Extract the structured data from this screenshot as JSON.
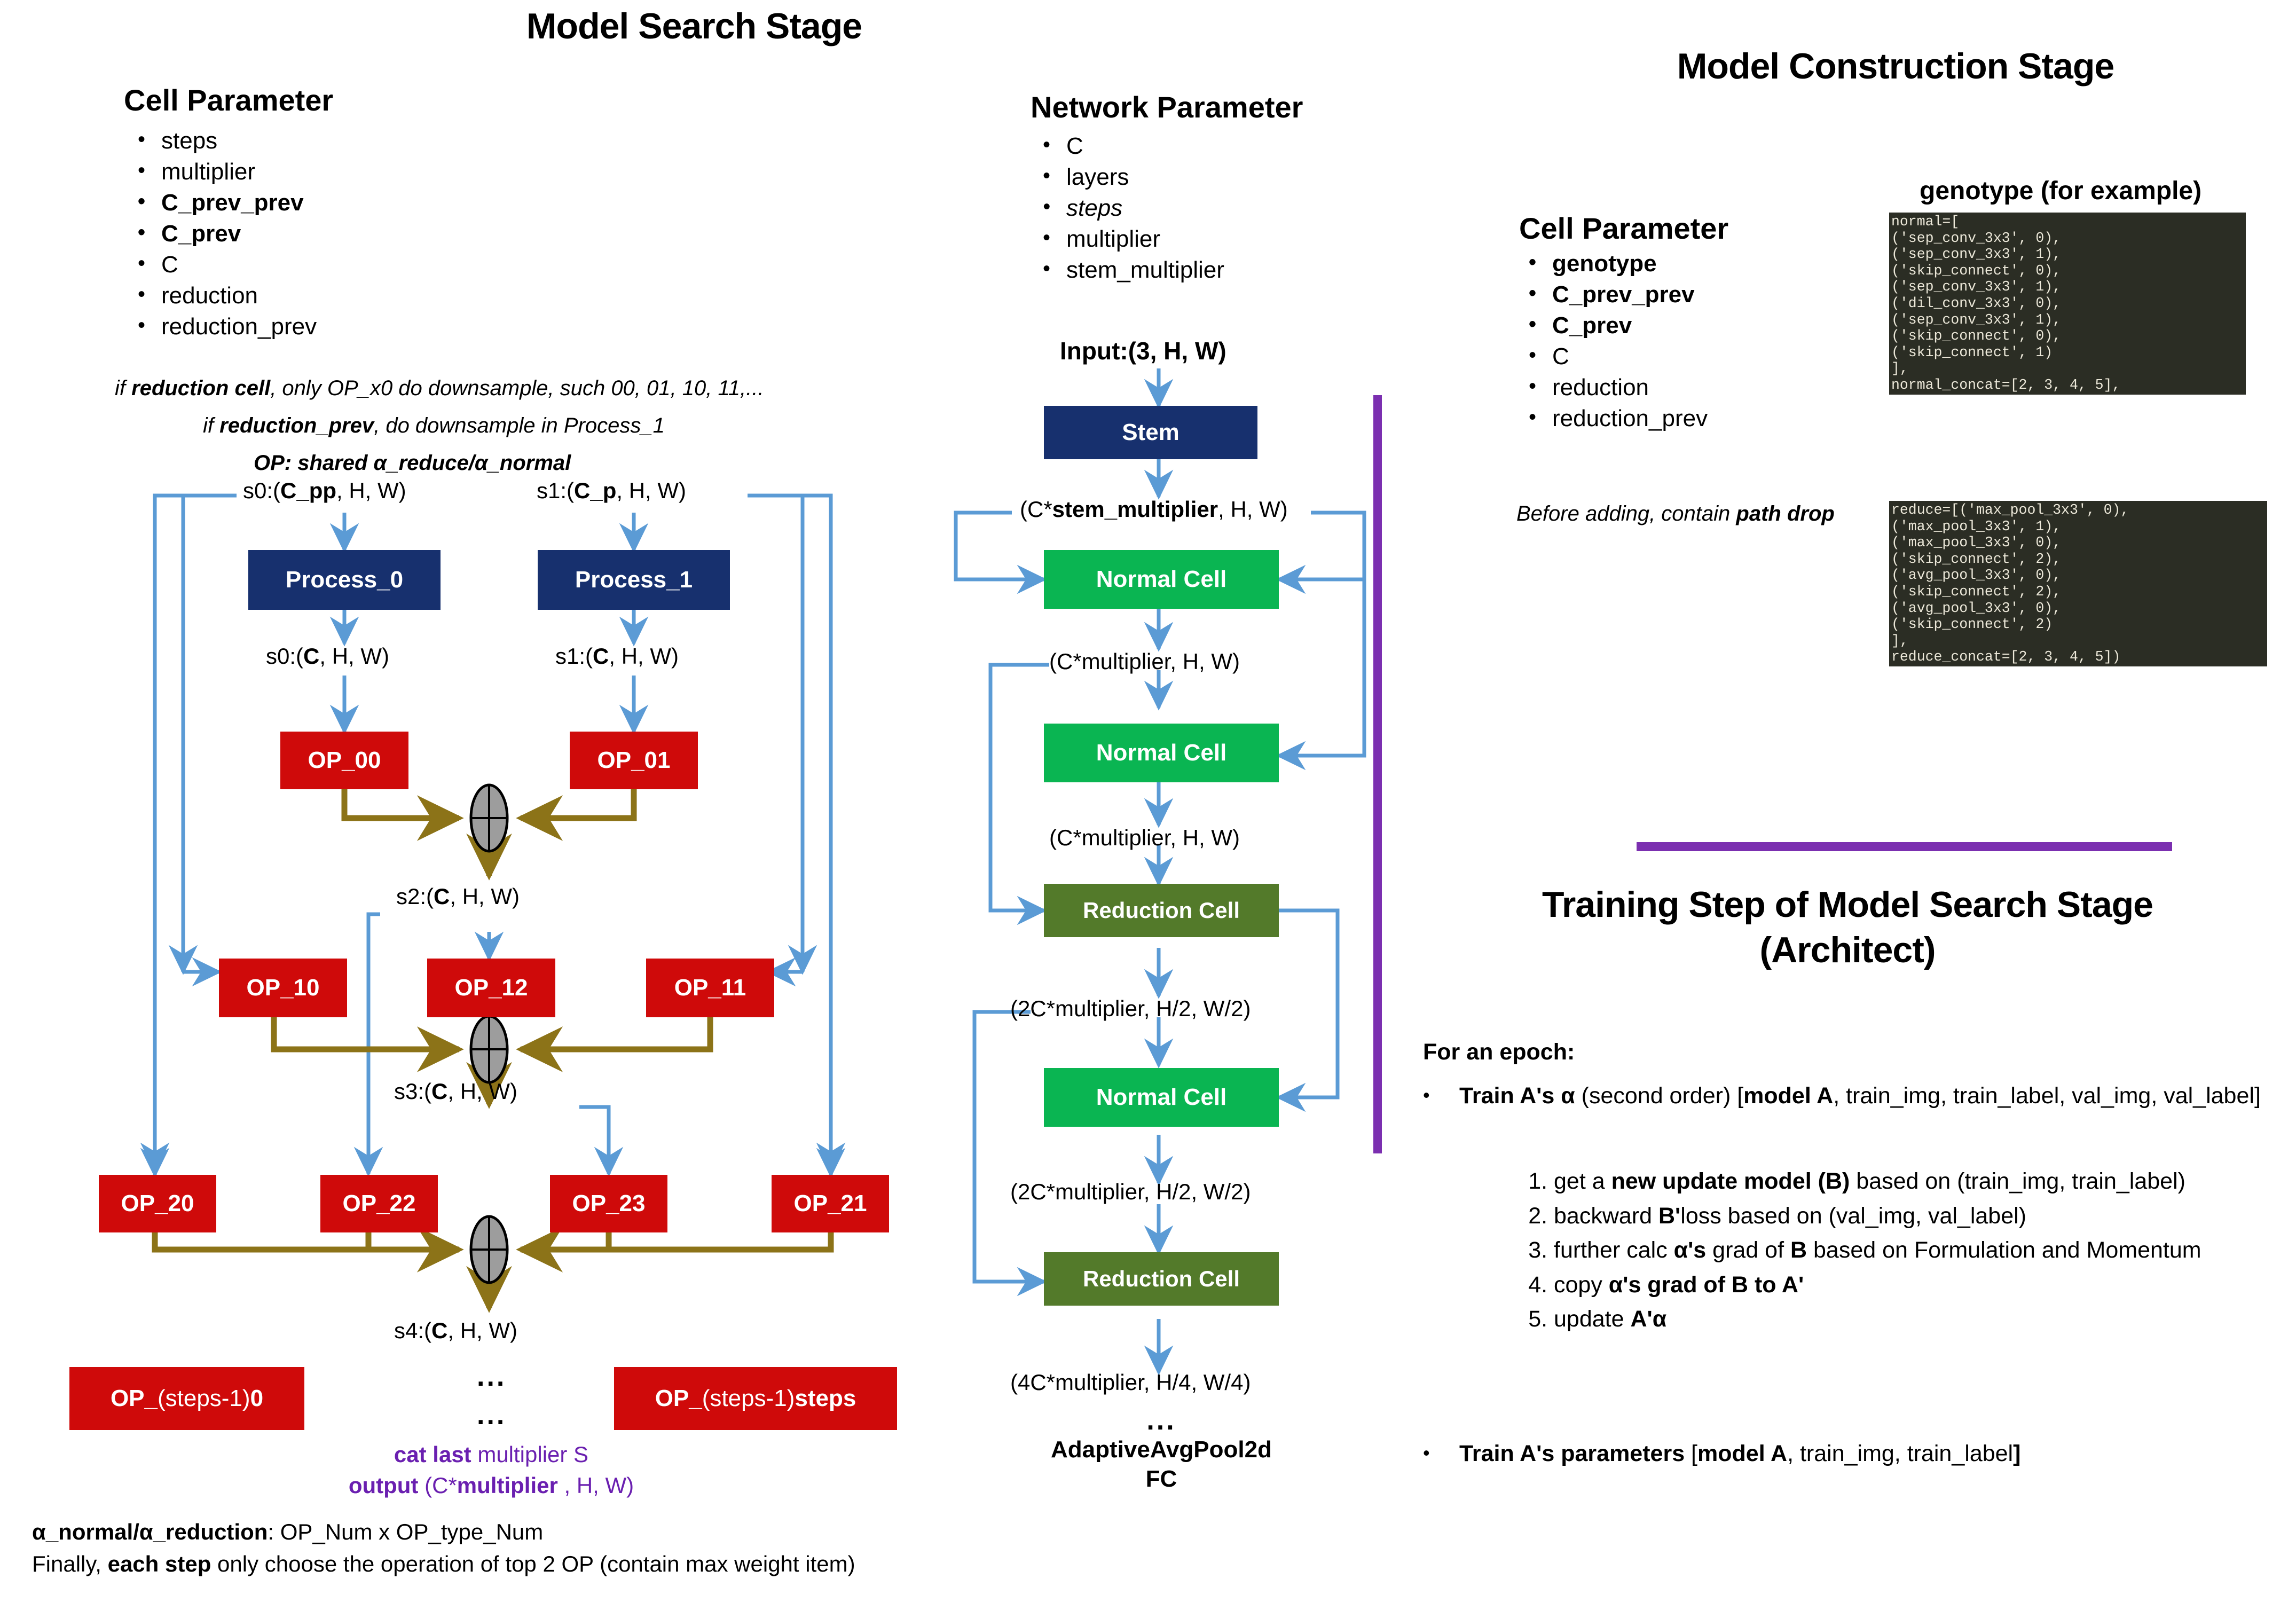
{
  "titles": {
    "search_stage": "Model Search Stage",
    "construction_stage": "Model Construction Stage",
    "training_step_line1": "Training Step of Model Search Stage",
    "training_step_line2": "(Architect)"
  },
  "colors": {
    "navy": "#17306e",
    "red": "#cf0a0a",
    "green": "#0ab552",
    "olive": "#537a2a",
    "arrow_blue": "#5b9bd5",
    "arrow_olive": "#8c7318",
    "purple": "#7b2fb0",
    "code_bg": "#2b2d24",
    "code_fg": "#ece8d9"
  },
  "cell_parameter_search": {
    "heading": "Cell Parameter",
    "items": [
      "steps",
      "multiplier",
      "C_prev_prev",
      "C_prev",
      "C",
      "reduction",
      "reduction_prev"
    ]
  },
  "notes_search": {
    "line1_a": "if ",
    "line1_b": "reduction cell",
    "line1_c": ", only OP_x0 do downsample, such 00, 01, 10, 11,...",
    "line2_a": "if ",
    "line2_b": "reduction_prev",
    "line2_c": ", do downsample in Process_1",
    "line3": "OP: shared α_reduce/α_normal"
  },
  "network_parameter": {
    "heading": "Network Parameter",
    "items": [
      "C",
      "layers",
      "steps",
      "multiplier",
      "stem_multiplier"
    ]
  },
  "cell_parameter_construction": {
    "heading": "Cell Parameter",
    "items": [
      "genotype",
      "C_prev_prev",
      "C_prev",
      "C",
      "reduction",
      "reduction_prev"
    ],
    "note_a": "Before adding, contain ",
    "note_b": "path drop"
  },
  "genotype": {
    "caption": "genotype (for example)",
    "normal_code": "normal=[\n('sep_conv_3x3', 0),\n('sep_conv_3x3', 1),\n('skip_connect', 0),\n('sep_conv_3x3', 1),\n('dil_conv_3x3', 0),\n('sep_conv_3x3', 1),\n('skip_connect', 0),\n('skip_connect', 1)\n],\nnormal_concat=[2, 3, 4, 5],",
    "reduce_code": "reduce=[('max_pool_3x3', 0),\n('max_pool_3x3', 1),\n('max_pool_3x3', 0),\n('skip_connect', 2),\n('avg_pool_3x3', 0),\n('skip_connect', 2),\n('avg_pool_3x3', 0),\n('skip_connect', 2)\n],\nreduce_concat=[2, 3, 4, 5])"
  },
  "search_diagram": {
    "s0_top": "s0:(C_pp, H, W)",
    "s1_top": "s1:(C_p, H, W)",
    "process_0": "Process_0",
    "process_1": "Process_1",
    "s0_mid": "s0:(C, H, W)",
    "s1_mid": "s1:(C, H, W)",
    "op_00": "OP_00",
    "op_01": "OP_01",
    "s2": "s2:(C, H, W)",
    "op_10": "OP_10",
    "op_12": "OP_12",
    "op_11": "OP_11",
    "s3": "s3:(C, H, W)",
    "op_20": "OP_20",
    "op_22": "OP_22",
    "op_23": "OP_23",
    "op_21": "OP_21",
    "s4": "s4:(C, H, W)",
    "op_last_left": "OP_(steps-1)0",
    "op_last_right": "OP_(steps-1)steps",
    "ellipsis": "...",
    "cat_line_a": "cat last",
    "cat_line_b": " multiplier S",
    "out_line_a": "output",
    "out_line_b": " (C*multiplier , H, W)"
  },
  "footer": {
    "line1_a": "α_normal/α_reduction",
    "line1_b": ": OP_Num x OP_type_Num",
    "line2_a": "Finally, ",
    "line2_b": "each step",
    "line2_c": " only choose the operation of top 2 OP (contain max weight item)"
  },
  "network_diagram": {
    "input": "Input:(3, H, W)",
    "stem": "Stem",
    "lbl_stem_out": "(C*stem_multiplier, H, W)",
    "normal_cell_1": "Normal Cell",
    "lbl_c_mult_1": "(C*multiplier, H, W)",
    "normal_cell_2": "Normal Cell",
    "lbl_c_mult_2": "(C*multiplier, H, W)",
    "reduction_cell_1": "Reduction Cell",
    "lbl_2c_mult_1": "(2C*multiplier, H/2, W/2)",
    "normal_cell_3": "Normal Cell",
    "lbl_2c_mult_2": "(2C*multiplier, H/2, W/2)",
    "reduction_cell_2": "Reduction Cell",
    "lbl_4c_mult": "(4C*multiplier, H/4, W/4)",
    "ellipsis": "...",
    "tail_1": "AdaptiveAvgPool2d",
    "tail_2": "FC"
  },
  "training_steps": {
    "for_epoch": "For an epoch:",
    "bullet1_parts": [
      {
        "t": "Train A's α",
        "b": true
      },
      {
        "t": " (second order) [",
        "b": false
      },
      {
        "t": "model A",
        "b": true
      },
      {
        "t": ", train_img, train_label, val_img, val_label]",
        "b": false
      }
    ],
    "numbered": [
      [
        {
          "t": "get a ",
          "b": false
        },
        {
          "t": "new update model (B)",
          "b": true
        },
        {
          "t": " based on (train_img, train_label)",
          "b": false
        }
      ],
      [
        {
          "t": "backward ",
          "b": false
        },
        {
          "t": "B'",
          "b": true
        },
        {
          "t": "loss based on (val_img, val_label)",
          "b": false
        }
      ],
      [
        {
          "t": "further calc ",
          "b": false
        },
        {
          "t": "α's",
          "b": true
        },
        {
          "t": " grad of ",
          "b": false
        },
        {
          "t": "B",
          "b": true
        },
        {
          "t": " based on Formulation and Momentum",
          "b": false
        }
      ],
      [
        {
          "t": "copy ",
          "b": false
        },
        {
          "t": "α's grad of B to A'",
          "b": true
        }
      ],
      [
        {
          "t": "update ",
          "b": false
        },
        {
          "t": "A'α",
          "b": true
        }
      ]
    ],
    "bullet2_parts": [
      {
        "t": "Train A's parameters",
        "b": true
      },
      {
        "t": " [",
        "b": false
      },
      {
        "t": "model A",
        "b": true
      },
      {
        "t": ", train_img, train_label",
        "b": false
      },
      {
        "t": "]",
        "b": true
      }
    ]
  }
}
